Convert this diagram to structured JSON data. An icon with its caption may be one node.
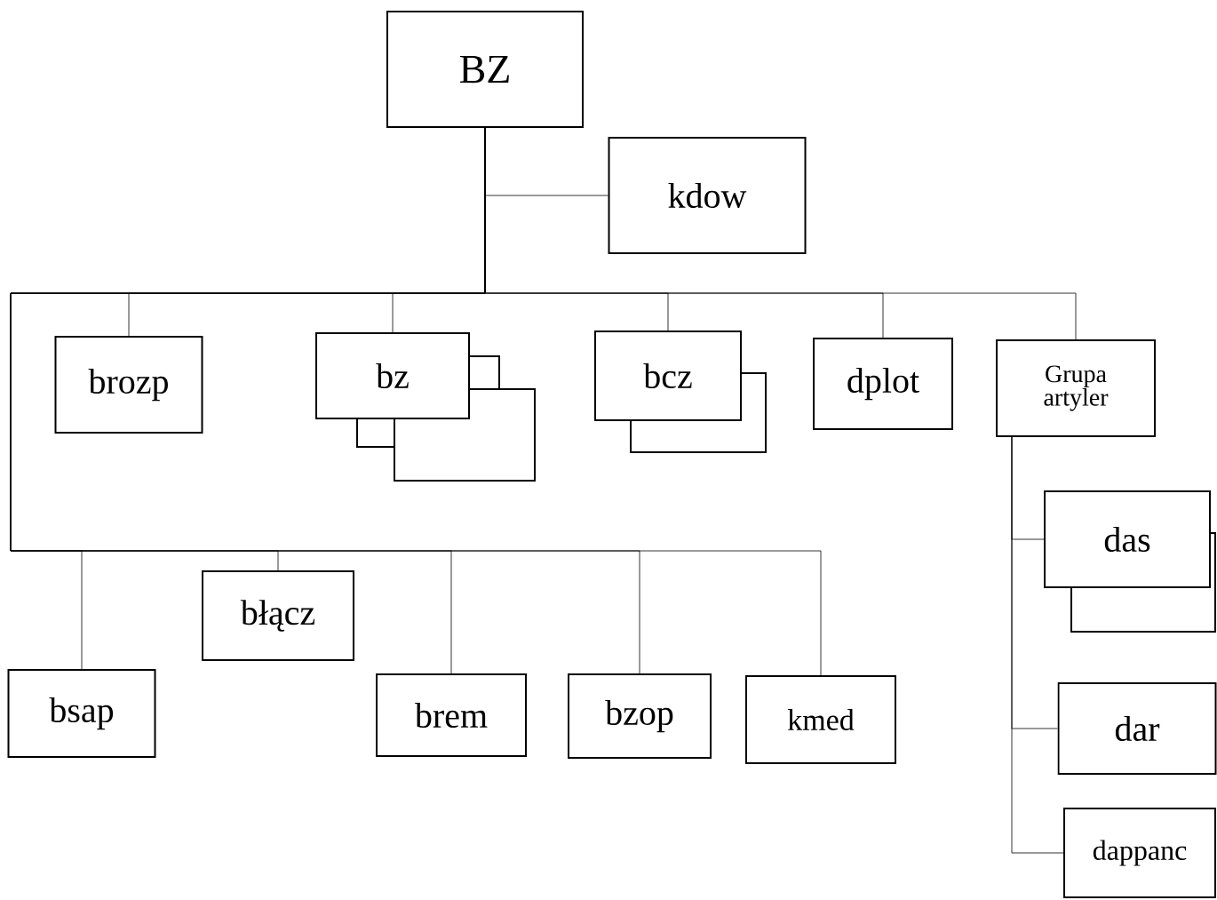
{
  "diagram": {
    "nodes": [
      {
        "text": [
          "BZ"
        ]
      },
      {
        "text": [
          "kdow"
        ]
      },
      {
        "text": [
          "brozp"
        ]
      },
      {
        "text": [
          "bz"
        ]
      },
      {
        "text": [
          "bcz"
        ]
      },
      {
        "text": [
          "dplot"
        ]
      },
      {
        "text": [
          "Grupa artyler"
        ]
      },
      {
        "text": [
          "das"
        ]
      },
      {
        "text": [
          "dar"
        ]
      },
      {
        "text": [
          "dappanc"
        ]
      },
      {
        "text": [
          "bsap"
        ]
      },
      {
        "text": [
          "błącz"
        ]
      },
      {
        "text": [
          "brem"
        ]
      },
      {
        "text": [
          "bzop"
        ]
      },
      {
        "text": [
          "kmed"
        ]
      }
    ],
    "edges": [
      {
        "from": 0,
        "to": 1,
        "arrow": "none"
      },
      {
        "from": 0,
        "to": 2,
        "arrow": "none"
      },
      {
        "from": 0,
        "to": 3,
        "arrow": "none"
      },
      {
        "from": 0,
        "to": 4,
        "arrow": "none"
      },
      {
        "from": 0,
        "to": 5,
        "arrow": "none"
      },
      {
        "from": 0,
        "to": 6,
        "arrow": "none"
      },
      {
        "from": 0,
        "to": 10,
        "arrow": "none"
      },
      {
        "from": 0,
        "to": 11,
        "arrow": "none"
      },
      {
        "from": 0,
        "to": 12,
        "arrow": "none"
      },
      {
        "from": 0,
        "to": 13,
        "arrow": "none"
      },
      {
        "from": 0,
        "to": 14,
        "arrow": "none"
      },
      {
        "from": 6,
        "to": 7,
        "arrow": "none"
      },
      {
        "from": 6,
        "to": 8,
        "arrow": "none"
      },
      {
        "from": 6,
        "to": 9,
        "arrow": "none"
      }
    ]
  }
}
